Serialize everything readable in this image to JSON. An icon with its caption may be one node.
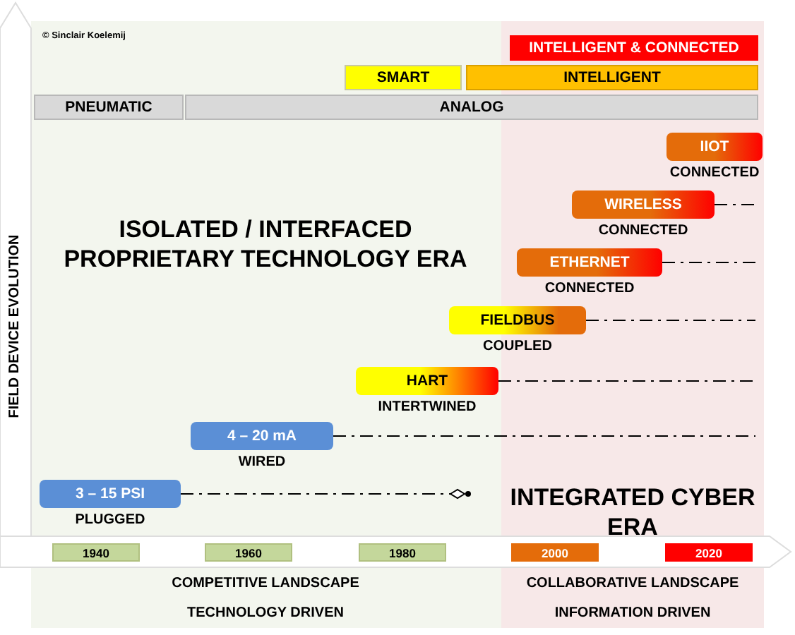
{
  "diagram": {
    "nodes": [
      {
        "text": [
          "INTELLIGENT & CONNECTED"
        ]
      },
      {
        "text": [
          "SMART"
        ]
      },
      {
        "text": [
          "INTELLIGENT"
        ]
      },
      {
        "text": [
          "PNEUMATIC"
        ]
      },
      {
        "text": [
          "ANALOG"
        ]
      },
      {
        "text": [
          "IIOT"
        ],
        "beside": [
          "CONNECTED"
        ]
      },
      {
        "text": [
          "WIRELESS"
        ],
        "beside": [
          "CONNECTED"
        ]
      },
      {
        "text": [
          "ETHERNET"
        ],
        "beside": [
          "CONNECTED"
        ]
      },
      {
        "text": [
          "FIELDBUS"
        ],
        "beside": [
          "COUPLED"
        ]
      },
      {
        "text": [
          "HART"
        ],
        "beside": [
          "INTERTWINED"
        ]
      },
      {
        "text": [
          "4 – 20 mA"
        ],
        "beside": [
          "WIRED"
        ]
      },
      {
        "text": [
          "3 – 15 PSI"
        ],
        "beside": [
          "PLUGGED"
        ]
      },
      {
        "text": [
          "1940"
        ]
      },
      {
        "text": [
          "1960"
        ]
      },
      {
        "text": [
          "1980"
        ]
      },
      {
        "text": [
          "2000"
        ]
      },
      {
        "text": [
          "2020"
        ]
      }
    ],
    "edges": [
      {
        "from": 6,
        "to": null,
        "arrow": "none",
        "style": "dashed"
      },
      {
        "from": 7,
        "to": null,
        "arrow": "none",
        "style": "dashed"
      },
      {
        "from": 8,
        "to": null,
        "arrow": "none",
        "style": "dashed"
      },
      {
        "from": 9,
        "to": null,
        "arrow": "none",
        "style": "dashed"
      },
      {
        "from": 10,
        "to": null,
        "arrow": "none",
        "style": "dashed"
      },
      {
        "from": 11,
        "to": null,
        "arrow": "other",
        "style": "dashed"
      }
    ],
    "labels": [
      "© Sinclair Koelemij",
      "FIELD DEVICE EVOLUTION",
      "ISOLATED / INTERFACED PROPRIETARY TECHNOLOGY ERA",
      "INTEGRATED CYBER ERA",
      "COMPETITIVE LANDSCAPE",
      "TECHNOLOGY DRIVEN",
      "COLLABORATIVE LANDSCAPE",
      "INFORMATION DRIVEN"
    ]
  }
}
